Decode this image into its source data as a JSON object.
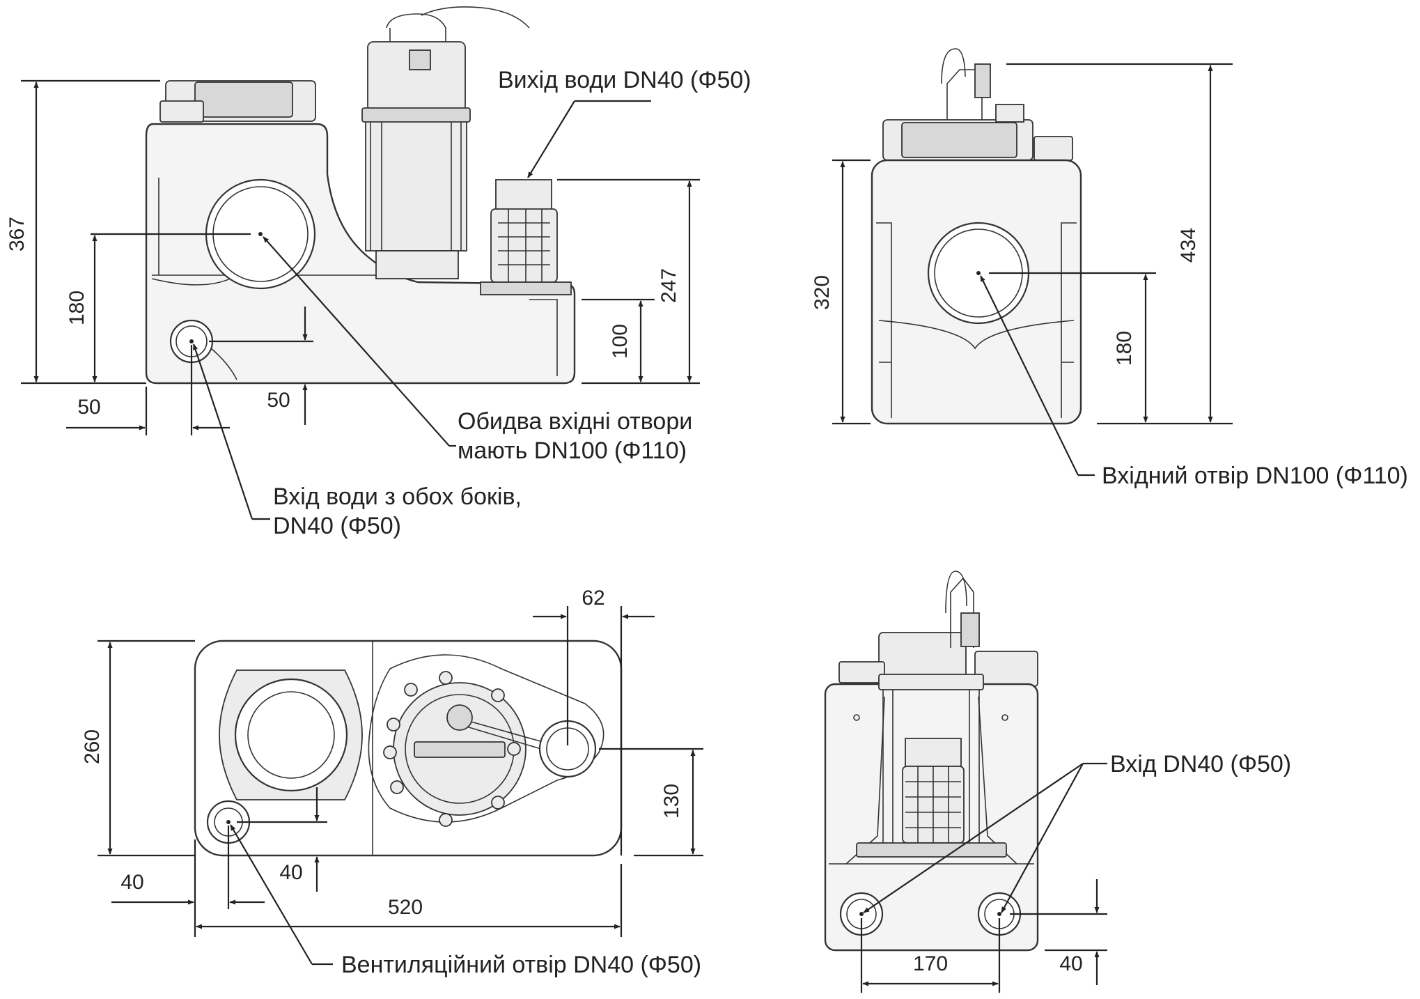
{
  "dimensions": {
    "front_height": "367",
    "front_inlet_height": "180",
    "front_outlet_height": "247",
    "front_small_height": "100",
    "front_left_offset": "50",
    "front_inlet_small_height": "50",
    "side_body_height": "320",
    "side_total_height": "434",
    "side_inlet_height": "180",
    "top_width": "260",
    "top_outlet_offset": "62",
    "top_outlet_pos": "130",
    "top_left_offset": "40",
    "top_vent_offset": "40",
    "top_length": "520",
    "rear_spacing": "170",
    "rear_height": "40"
  },
  "labels": {
    "outlet": "Вихід води DN40 (Φ50)",
    "both_inlets_line1": "Обидва вхідні отвори",
    "both_inlets_line2": "мають DN100 (Φ110)",
    "side_inlets_line1": "Вхід води з обох боків,",
    "side_inlets_line2": "DN40 (Φ50)",
    "side_inlet": "Вхідний отвір DN100 (Φ110)",
    "vent": "Вентиляційний отвір DN40 (Φ50)",
    "rear_inlet": "Вхід DN40 (Φ50)"
  }
}
